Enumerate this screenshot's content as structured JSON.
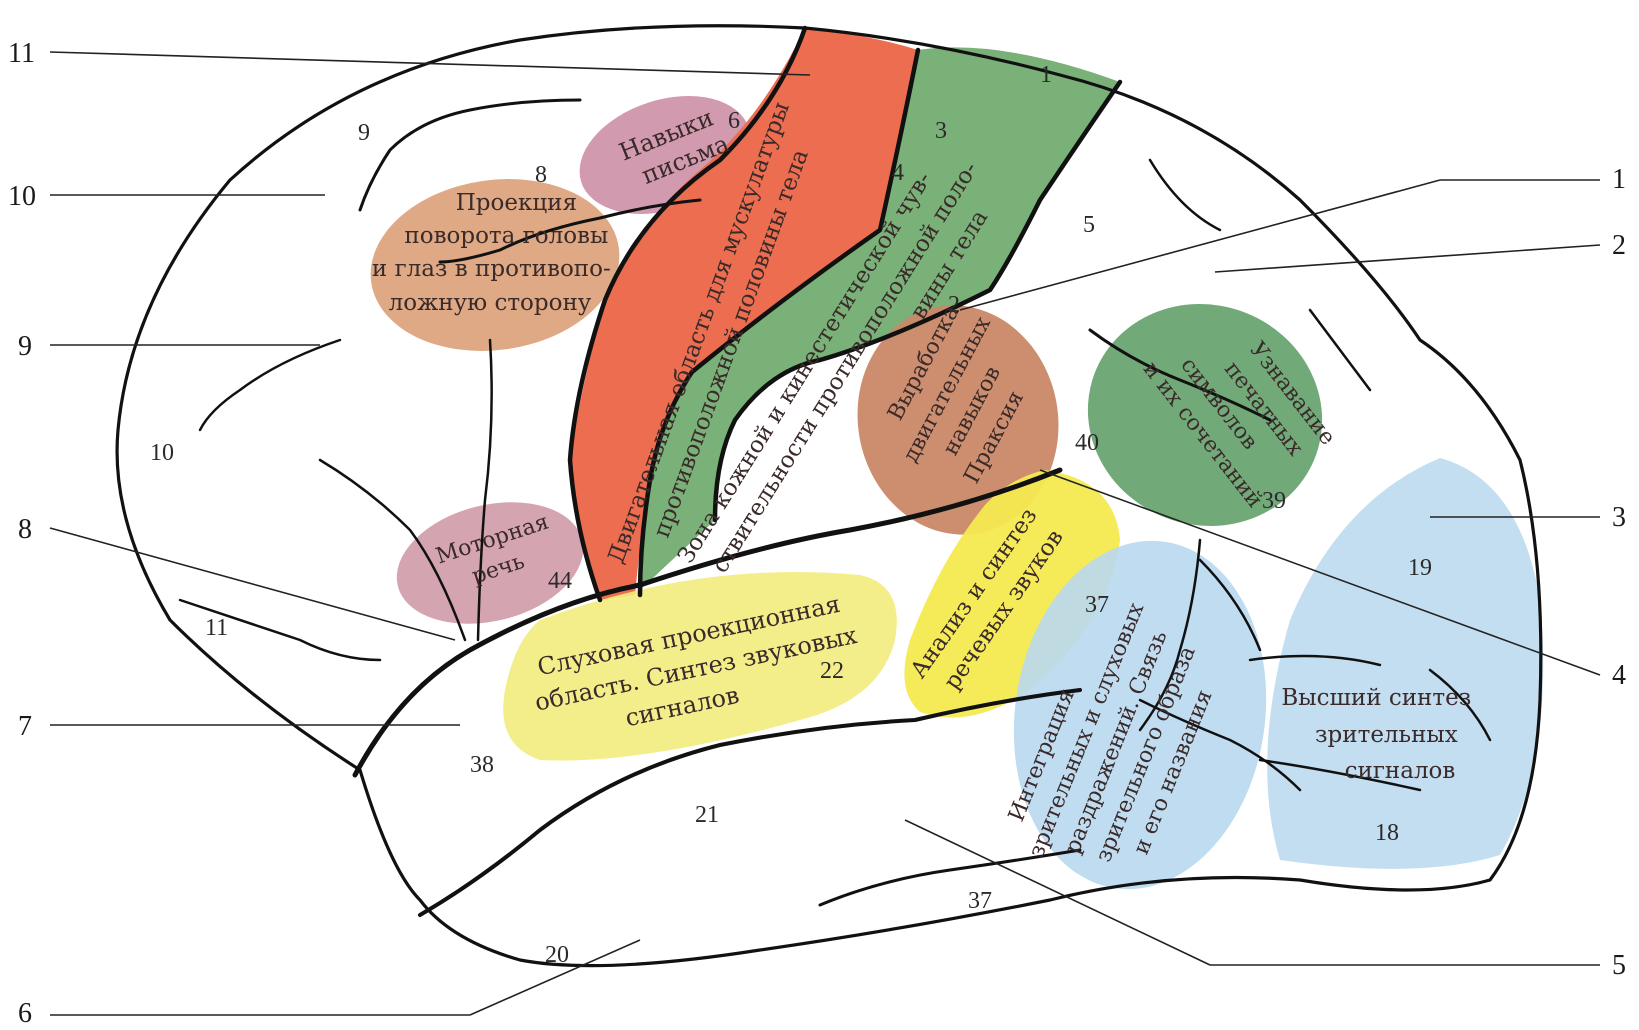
{
  "regions": {
    "writing": {
      "lines": [
        "Навыки",
        "письма"
      ],
      "num": "6",
      "color": "#cc8fa6"
    },
    "head_turn": {
      "lines": [
        "Проекция",
        "поворота головы",
        "и глаз в противопо-",
        "ложную сторону"
      ],
      "color": "#d89a6f"
    },
    "motor_speech": {
      "lines": [
        "Моторная",
        "речь"
      ],
      "num": "44",
      "color": "#cc94a2"
    },
    "motor_area": {
      "lines": [
        "Двигательная область для мускулатуры",
        "противоположной половины тела"
      ],
      "num": "4",
      "color": "#ec6d4f"
    },
    "sensory_area": {
      "lines": [
        "Зона кожной и кинестетической чув-",
        "ствительности противоположной поло-",
        "вины тела"
      ],
      "nums": [
        "3",
        "1",
        "2"
      ],
      "color": "#72ad72"
    },
    "praxis": {
      "lines": [
        "Выработка",
        "двигательных",
        "навыков",
        "Праксия"
      ],
      "num": "40",
      "color": "#c98867"
    },
    "symbols": {
      "lines": [
        "Узнавание",
        "печатных",
        "символов",
        "и их сочетаний"
      ],
      "num": "39",
      "color": "#6aa472"
    },
    "auditory": {
      "lines": [
        "Слуховая проекционная",
        "область. Синтез звуковых",
        "сигналов"
      ],
      "num": "22",
      "color": "#f2ec7d"
    },
    "speech_sounds": {
      "lines": [
        "Анализ и синтез",
        "речевых звуков"
      ],
      "color": "#f4ea50"
    },
    "integration": {
      "lines": [
        "Интеграция",
        "зрительных и слуховых",
        "раздражений. Связь",
        "зрительного образа",
        "и его названия"
      ],
      "num": "37",
      "color": "#b9d8ee"
    },
    "visual": {
      "lines": [
        "Высший синтез",
        "зрительных",
        "сигналов"
      ],
      "nums": [
        "19",
        "18"
      ],
      "color": "#b5d6ee"
    }
  },
  "area_numbers": {
    "a9_top": "9",
    "a8": "8",
    "a5": "5",
    "a10": "10",
    "a11": "11",
    "a38": "38",
    "a21": "21",
    "a37_bottom": "37",
    "a20": "20"
  },
  "callouts": {
    "left": [
      "11",
      "10",
      "9",
      "8",
      "7",
      "6"
    ],
    "right": [
      "1",
      "2",
      "3",
      "4",
      "5"
    ]
  },
  "colors": {
    "outline": "#111111",
    "leader": "#222222",
    "background": "#ffffff"
  }
}
